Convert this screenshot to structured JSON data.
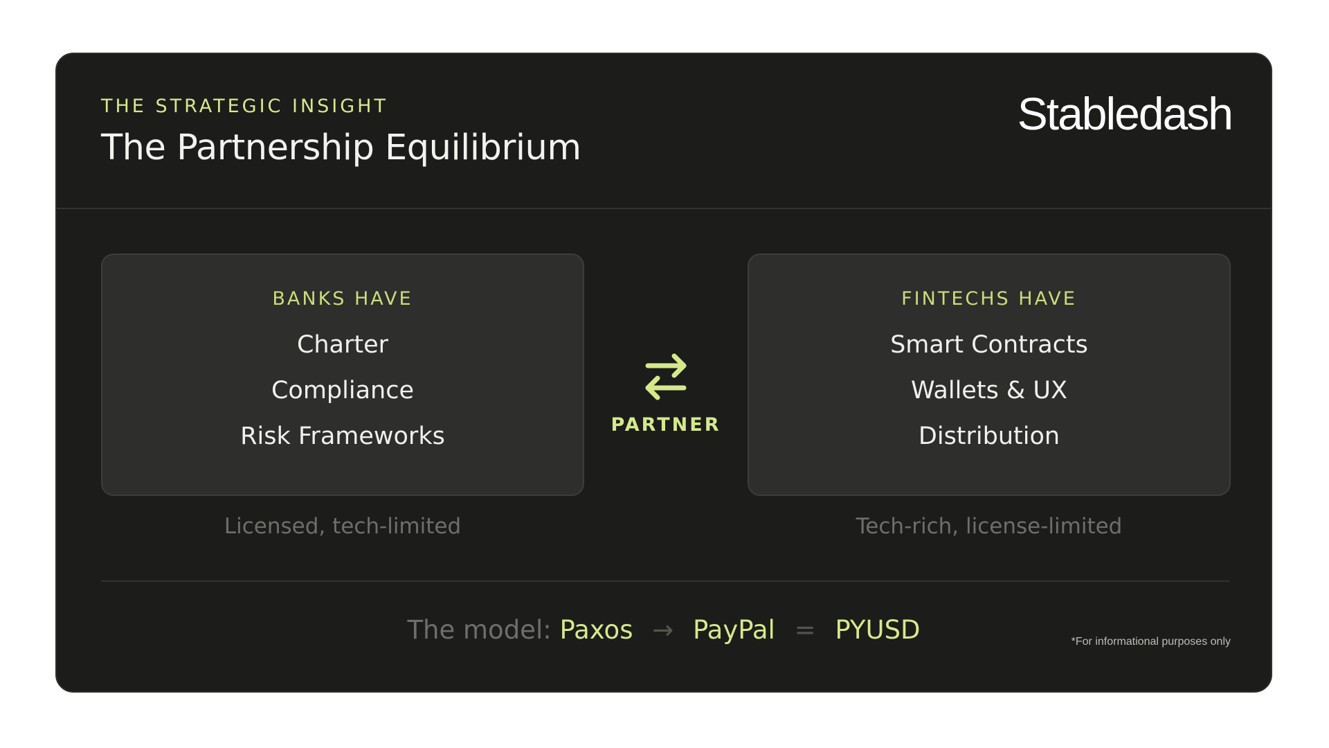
{
  "header": {
    "eyebrow": "THE STRATEGIC INSIGHT",
    "title": "The Partnership Equilibrium",
    "brand": "Stabledash"
  },
  "banks": {
    "heading": "BANKS HAVE",
    "items": [
      "Charter",
      "Compliance",
      "Risk Frameworks"
    ],
    "caption": "Licensed, tech-limited"
  },
  "fintechs": {
    "heading": "FINTECHS HAVE",
    "items": [
      "Smart Contracts",
      "Wallets & UX",
      "Distribution"
    ],
    "caption": "Tech-rich, license-limited"
  },
  "exchange": {
    "icon": "swap-arrows-icon",
    "label": "PARTNER"
  },
  "model": {
    "lead": "The model:",
    "first": "Paxos",
    "arrow": "→",
    "second": "PayPal",
    "equals": "=",
    "result": "PYUSD"
  },
  "footnote": "*For informational purposes only",
  "colors": {
    "background": "#1c1c1b",
    "panel": "#2e2e2c",
    "accent": "#d6e98a",
    "muted": "#6e6e6a",
    "text": "#f0f0ec"
  }
}
